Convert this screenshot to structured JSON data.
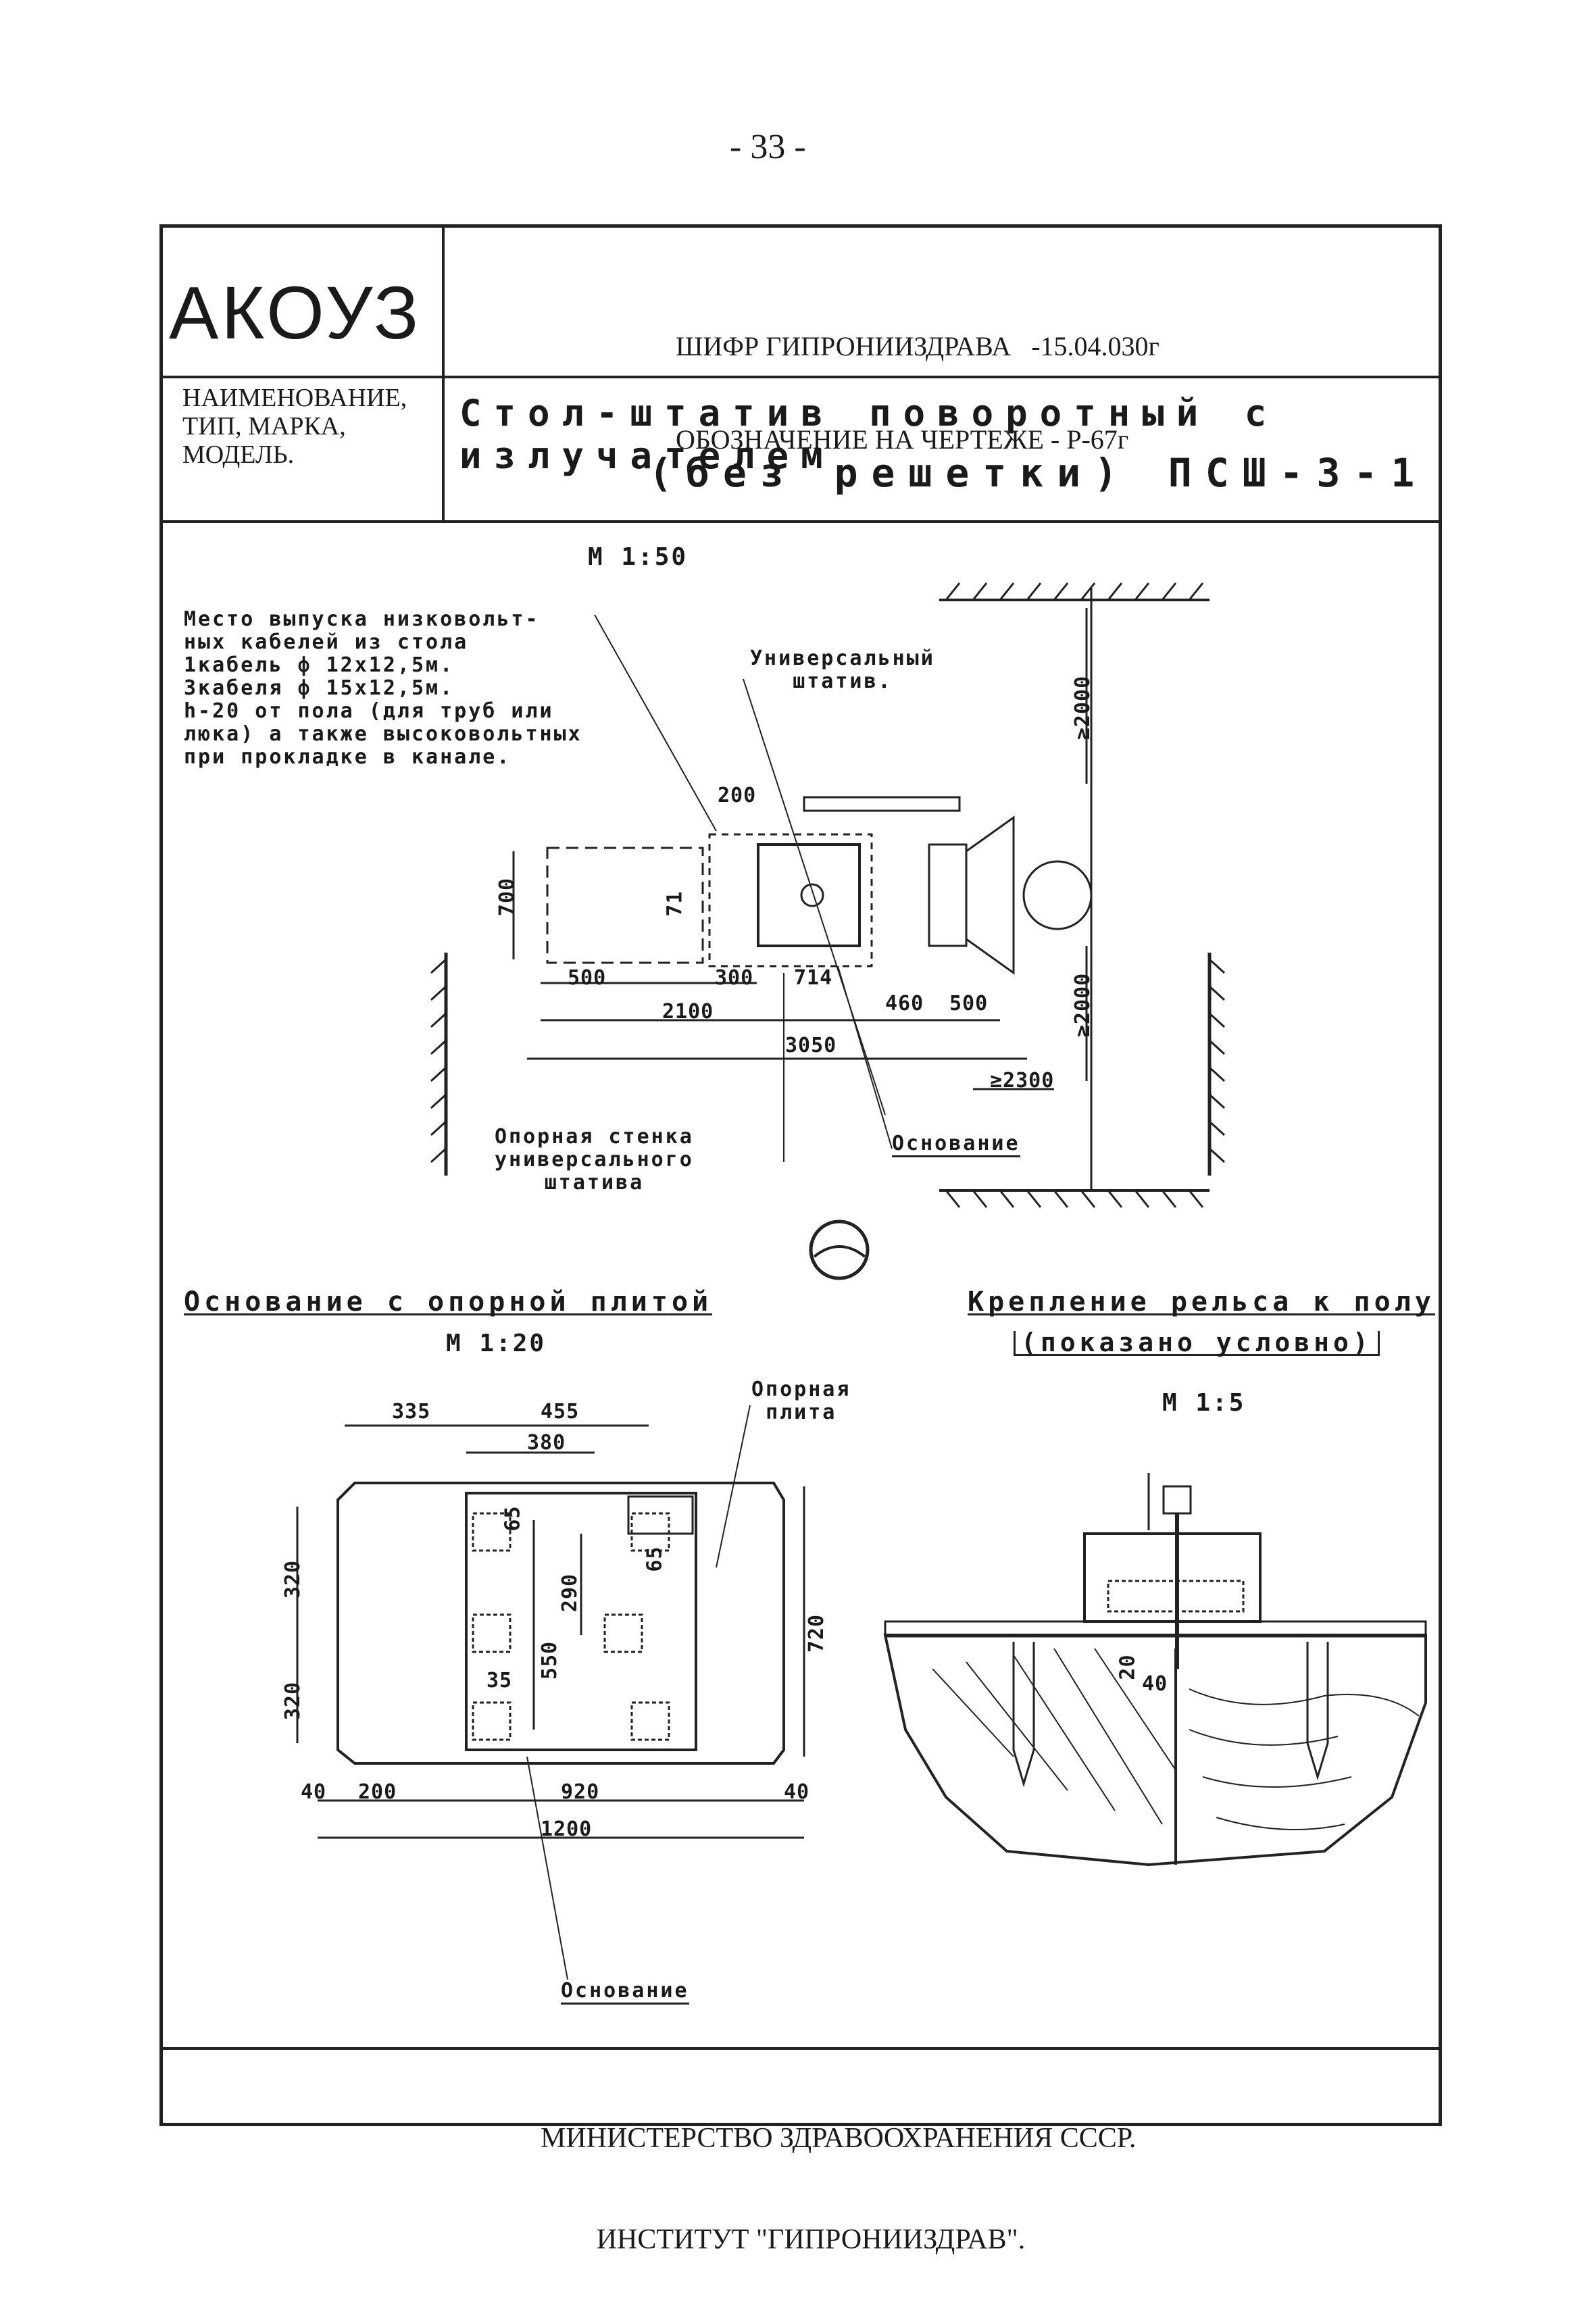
{
  "page_number": "- 33 -",
  "header": {
    "logo": "АКОУЗ",
    "cipher_line": "ШИФР ГИПРОНИИЗДРАВА   -15.04.030г",
    "designation_line": "ОБОЗНАЧЕНИЕ НА ЧЕРТЕЖЕ - Р-67г",
    "name_label": "НАИМЕНОВАНИЕ,\nТИП, МАРКА,\nМОДЕЛЬ.",
    "title_line1": "Стол-штатив поворотный с излучателем",
    "title_line2": "(без решетки) ПСШ-3-1"
  },
  "plan": {
    "scale": "М 1:50",
    "note": "Место выпуска низковольт-\nных кабелей из стола\n1кабель ф 12х12,5м.\n3кабеля ф 15х12,5м.\nh-20 от пола (для труб или\nлюка) а также высоковольтных\nпри прокладке в канале.",
    "stand_label": "Универсальный\nштатив.",
    "wall_label": "Опорная стенка\nуниверсального\nштатива",
    "base_label": "Основание",
    "dims": {
      "d200": "200",
      "d700": "700",
      "d71": "71",
      "d500a": "500",
      "d300": "300",
      "d714": "714",
      "d460": "460",
      "d500b": "500",
      "d2100": "2100",
      "d3050": "3050",
      "d2300": "≥2300",
      "d2000a": "≥2000",
      "d2000b": "≥2000"
    }
  },
  "base_plate": {
    "title": "Основание с опорной плитой",
    "scale": "М 1:20",
    "plate_label": "Опорная\nплита",
    "base_label": "Основание",
    "dims": {
      "d335": "335",
      "d455": "455",
      "d380": "380",
      "d65a": "65",
      "d65b": "65",
      "d290": "290",
      "d550": "550",
      "d35": "35",
      "d320a": "320",
      "d320b": "320",
      "d720": "720",
      "d40a": "40",
      "d200": "200",
      "d920": "920",
      "d40b": "40",
      "d1200": "1200"
    }
  },
  "rail_mount": {
    "title": "Крепление рельса к полу",
    "subtitle": "(показано условно)",
    "scale": "М 1:5",
    "dims": {
      "d20": "20",
      "d40": "40"
    }
  },
  "footer": {
    "line1": "МИНИСТЕРСТВО ЗДРАВООХРАНЕНИЯ СССР.",
    "line2": "ИНСТИТУТ \"ГИПРОНИИЗДРАВ\"."
  }
}
